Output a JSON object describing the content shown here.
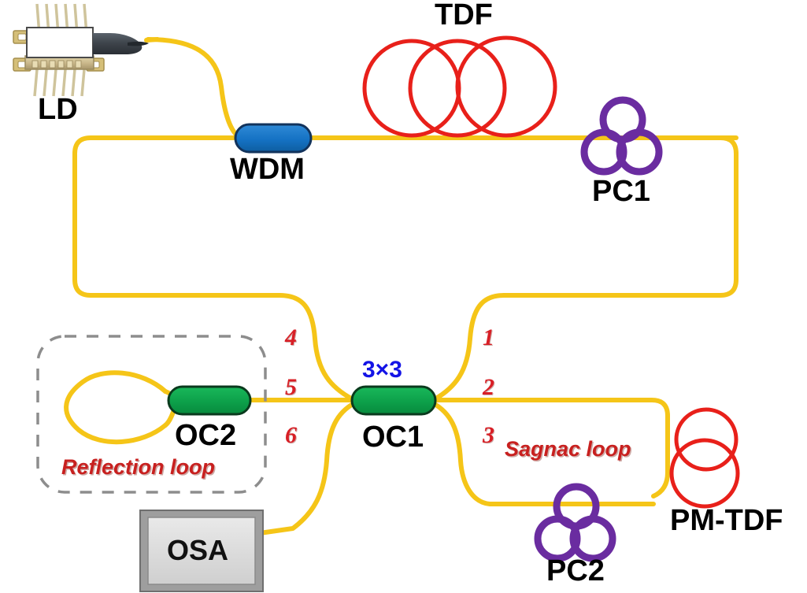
{
  "figure": {
    "type": "optical-fiber-laser-schematic",
    "background_color": "#ffffff"
  },
  "colors": {
    "fiber": "#f5c518",
    "fiber_dark": "#e0ae00",
    "tdf_coil": "#e8201a",
    "pm_tdf_coil": "#e8201a",
    "polarization_controller": "#6a2ca0",
    "wdm_fill": "#1572c4",
    "wdm_stroke": "#12335c",
    "coupler_fill": "#0da04a",
    "coupler_stroke": "#0a3a1d",
    "port_label": "#d81f26",
    "loop_label": "#c8201f",
    "cross_label": "#1414e6",
    "dashed_box": "#8d8d8d",
    "osa_fill": "#d6d6d6",
    "osa_stroke": "#777777",
    "ld_body": "#ffffff",
    "ld_base": "#c9b78a",
    "ld_pins": "#d8cda6",
    "ld_boot": "#3f454c"
  },
  "components": {
    "ld": {
      "label": "LD",
      "name": "laser-diode"
    },
    "wdm": {
      "label": "WDM",
      "name": "wavelength-division-multiplexer"
    },
    "tdf": {
      "label": "TDF",
      "name": "thulium-doped-fiber",
      "coil_turns": 3
    },
    "pc1": {
      "label": "PC1",
      "name": "polarization-controller-1",
      "rings": 3
    },
    "pc2": {
      "label": "PC2",
      "name": "polarization-controller-2",
      "rings": 3
    },
    "oc1": {
      "label": "OC1",
      "ratio_label": "3×3",
      "name": "optical-coupler-1"
    },
    "oc2": {
      "label": "OC2",
      "name": "optical-coupler-2"
    },
    "osa": {
      "label": "OSA",
      "name": "optical-spectrum-analyzer"
    },
    "pm_tdf": {
      "label": "PM-TDF",
      "name": "polarization-maintaining-thulium-doped-fiber",
      "coil_turns": 2
    }
  },
  "regions": {
    "reflection_loop": {
      "label": "Reflection loop",
      "border_style": "dashed"
    },
    "sagnac_loop": {
      "label": "Sagnac loop"
    }
  },
  "ports": {
    "left": [
      {
        "number": "4"
      },
      {
        "number": "5"
      },
      {
        "number": "6"
      }
    ],
    "right": [
      {
        "number": "1"
      },
      {
        "number": "2"
      },
      {
        "number": "3"
      }
    ]
  }
}
